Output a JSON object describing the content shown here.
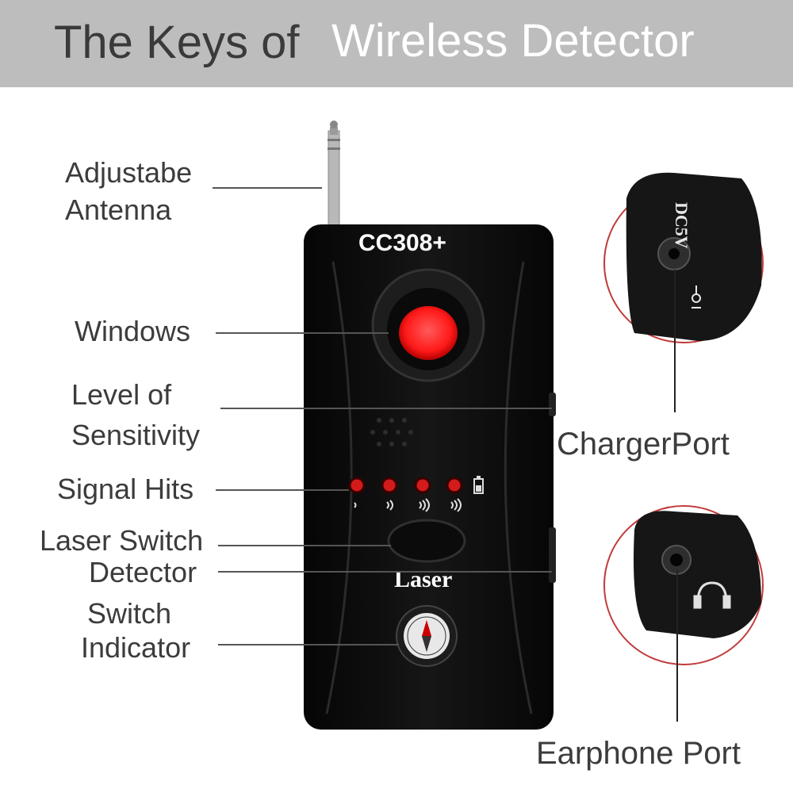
{
  "title": {
    "part1": "The Keys of",
    "part2": "Wireless Detector"
  },
  "device": {
    "model": "CC308+",
    "laser_button": "Laser",
    "port_marking": "DC5V"
  },
  "callouts": [
    {
      "id": "antenna",
      "lines": [
        "Adjustabe",
        "Antenna"
      ]
    },
    {
      "id": "windows",
      "lines": [
        "Windows"
      ]
    },
    {
      "id": "sensitivity",
      "lines": [
        "Level of",
        "Sensitivity"
      ]
    },
    {
      "id": "signal",
      "lines": [
        "Signal Hits"
      ]
    },
    {
      "id": "laser-switch",
      "lines": [
        "Laser Switch"
      ]
    },
    {
      "id": "detector",
      "lines": [
        "Detector"
      ]
    },
    {
      "id": "switch-indicator",
      "lines": [
        "Switch",
        "Indicator"
      ]
    }
  ],
  "ports": {
    "charger": "ChargerPort",
    "earphone": "Earphone Port"
  },
  "icons": {
    "indicator": "compass-icon",
    "earphone": "headphones-icon",
    "charger": "dc-plug-icon",
    "battery": "battery-icon"
  },
  "colors": {
    "banner": "#bdbdbd",
    "device": "#111111",
    "window_red": "#ff1a1a",
    "led_red": "#d31b1b"
  }
}
